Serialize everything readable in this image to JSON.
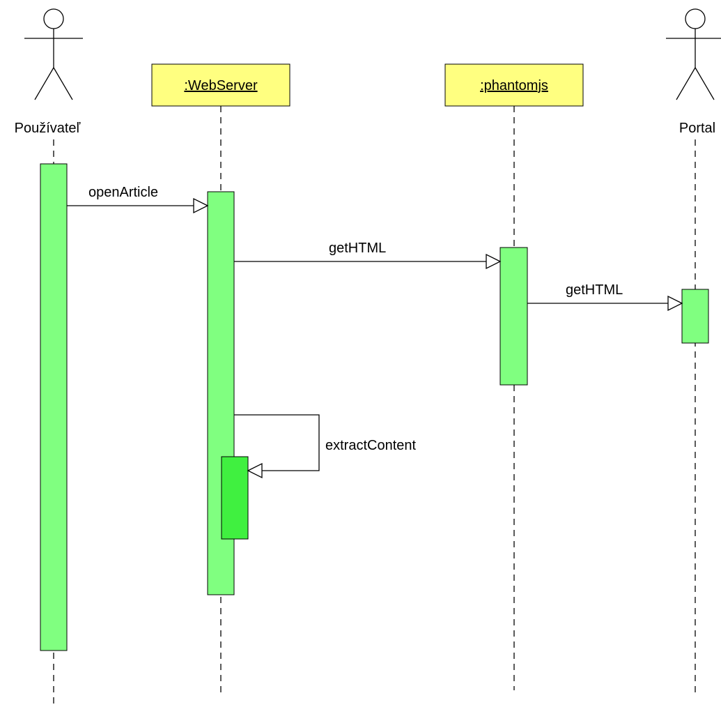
{
  "diagram": {
    "type": "sequence",
    "colors": {
      "object_box": "#ffff80",
      "activation": "#80ff80",
      "nested_activation": "#40f040",
      "line": "#000000"
    },
    "participants": [
      {
        "id": "user",
        "kind": "actor",
        "label": "Používateľ"
      },
      {
        "id": "webserver",
        "kind": "object",
        "label": ":WebServer"
      },
      {
        "id": "phantomjs",
        "kind": "object",
        "label": ":phantomjs"
      },
      {
        "id": "portal",
        "kind": "actor",
        "label": "Portal"
      }
    ],
    "messages": [
      {
        "from": "user",
        "to": "webserver",
        "label": "openArticle"
      },
      {
        "from": "webserver",
        "to": "phantomjs",
        "label": "getHTML"
      },
      {
        "from": "phantomjs",
        "to": "portal",
        "label": "getHTML"
      },
      {
        "from": "webserver",
        "to": "webserver",
        "label": "extractContent",
        "self": true
      }
    ]
  }
}
